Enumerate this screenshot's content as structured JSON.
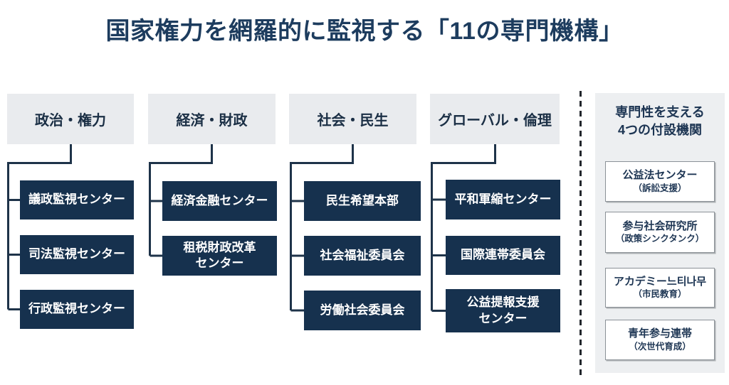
{
  "title": "国家権力を網羅的に監視する「11の専門機構」",
  "colors": {
    "navy_box": "#16314e",
    "title_text": "#1d3c5e",
    "header_bg": "#e9ebee",
    "header_text": "#1b2f45",
    "connector": "#1e3349",
    "panel_bg": "#edeff1",
    "divider_dash": "#22262c"
  },
  "columns": [
    {
      "header": "政治・権力",
      "items": [
        {
          "label": "議政監視センター"
        },
        {
          "label": "司法監視センター"
        },
        {
          "label": "行政監視センター"
        }
      ]
    },
    {
      "header": "経済・財政",
      "items": [
        {
          "label": "経済金融センター"
        },
        {
          "label": "租税財政改革\nセンター"
        }
      ]
    },
    {
      "header": "社会・民生",
      "items": [
        {
          "label": "民生希望本部"
        },
        {
          "label": "社会福祉委員会"
        },
        {
          "label": "労働社会委員会"
        }
      ]
    },
    {
      "header": "グローバル・倫理",
      "items": [
        {
          "label": "平和軍縮センター"
        },
        {
          "label": "国際連帯委員会"
        },
        {
          "label": "公益提報支援\nセンター"
        }
      ]
    }
  ],
  "side_panel": {
    "title_line1": "専門性を支える",
    "title_line2": "4つの付設機関",
    "items": [
      {
        "name": "公益法センター",
        "sub": "（訴訟支援）"
      },
      {
        "name": "参与社会研究所",
        "sub": "（政策シンクタンク）"
      },
      {
        "name": "アカデミー느티나무",
        "sub": "（市民教育）"
      },
      {
        "name": "青年参与連帯",
        "sub": "（次世代育成）"
      }
    ]
  }
}
